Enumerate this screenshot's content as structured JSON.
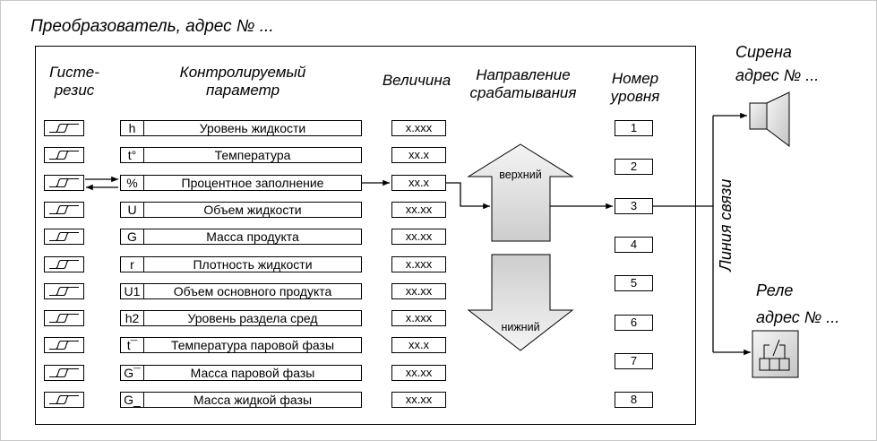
{
  "title": "Преобразователь, адрес № ...",
  "headers": {
    "hysteresis": [
      "Гисте-",
      "резис"
    ],
    "parameter": [
      "Контролируемый",
      "параметр"
    ],
    "value": "Величина",
    "direction": [
      "Направление",
      "срабатывания"
    ],
    "level": [
      "Номер",
      "уровня"
    ]
  },
  "rows": [
    {
      "symbol": "h",
      "name": "Уровень жидкости",
      "value": "x.xxx"
    },
    {
      "symbol": "t°",
      "name": "Температура",
      "value": "xx.x"
    },
    {
      "symbol": "%",
      "name": "Процентное заполнение",
      "value": "xx.x"
    },
    {
      "symbol": "U",
      "name": "Объем жидкости",
      "value": "xx.xx"
    },
    {
      "symbol": "G",
      "name": "Масса продукта",
      "value": "xx.xx"
    },
    {
      "symbol": "r",
      "name": "Плотность жидкости",
      "value": "x.xxx"
    },
    {
      "symbol": "U1",
      "name": "Объем основного продукта",
      "value": "xx.xx"
    },
    {
      "symbol": "h2",
      "name": "Уровень раздела сред",
      "value": "x.xxx"
    },
    {
      "symbol": "t¯",
      "name": "Температура паровой фазы",
      "value": "xx.x"
    },
    {
      "symbol": "G¯",
      "name": "Масса паровой фазы",
      "value": "xx.xx"
    },
    {
      "symbol": "G_",
      "name": "Масса жидкой фазы",
      "value": "xx.xx"
    }
  ],
  "levels": [
    "1",
    "2",
    "3",
    "4",
    "5",
    "6",
    "7",
    "8"
  ],
  "direction_arrows": {
    "up": "верхний",
    "down": "нижний"
  },
  "link_line": "Линия связи",
  "siren": {
    "title": "Сирена",
    "address": "адрес № ..."
  },
  "relay": {
    "title": "Реле",
    "address": "адрес № ..."
  },
  "icons": {
    "hysteresis": "hysteresis-loop-icon",
    "siren": "siren-icon",
    "relay": "relay-icon"
  },
  "colors": {
    "line": "#000000",
    "arrow_fill": "#d6d6d6",
    "background": "#ffffff",
    "page_border": "#c8c8c8"
  }
}
